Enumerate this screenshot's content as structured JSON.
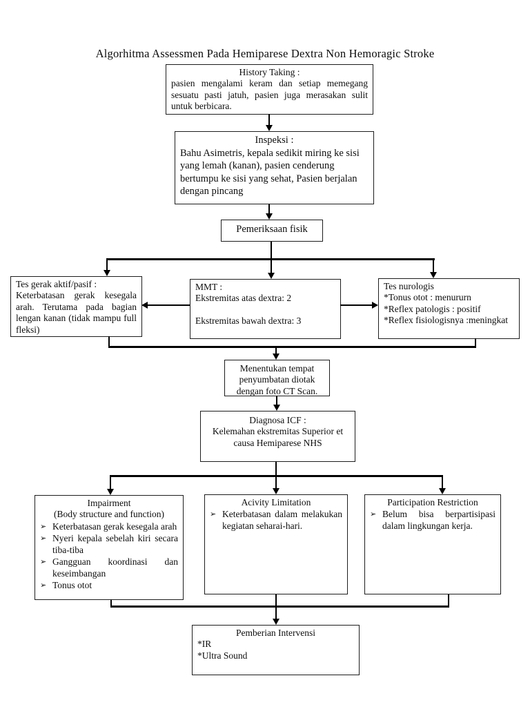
{
  "title": "Algorhitma Assessmen Pada Hemiparese Dextra Non Hemoragic Stroke",
  "bullet_glyph": "➢",
  "boxes": {
    "history": {
      "heading": "History Taking :",
      "body": "pasien mengalami keram dan setiap memegang sesuatu pasti jatuh, pasien juga merasakan sulit untuk berbicara."
    },
    "inspeksi": {
      "heading": "Inspeksi :",
      "body": "Bahu Asimetris, kepala sedikit miring ke sisi yang lemah (kanan), pasien cenderung bertumpu ke sisi yang sehat, Pasien berjalan dengan pincang"
    },
    "pemeriksaan": {
      "label": "Pemeriksaan fisik"
    },
    "tes_gerak": {
      "heading": "Tes gerak aktif/pasif :",
      "body": "Keterbatasan gerak kesegala arah. Terutama pada bagian lengan kanan (tidak mampu full fleksi)"
    },
    "mmt": {
      "heading": "MMT :",
      "line1": "Ekstremitas atas dextra: 2",
      "line2": "Ekstremitas bawah dextra: 3"
    },
    "tes_nurologis": {
      "heading": "Tes nurologis",
      "line1": "*Tonus otot : menururn",
      "line2": "*Reflex patologis : positif",
      "line3": "*Reflex fisiologisnya :meningkat"
    },
    "ct_scan": {
      "body": "Menentukan tempat penyumbatan diotak dengan foto CT Scan."
    },
    "diagnosa": {
      "heading": "Diagnosa ICF :",
      "body": "Kelemahan ekstremitas Superior et causa Hemiparese NHS"
    },
    "impairment": {
      "heading": "Impairment",
      "subheading": "(Body structure and function)",
      "items": [
        "Keterbatasan gerak kesegala arah",
        "Nyeri kepala sebelah kiri secara tiba-tiba",
        "Gangguan koordinasi dan keseimbangan",
        "Tonus otot"
      ]
    },
    "activity": {
      "heading": "Acivity Limitation",
      "items": [
        "Keterbatasan dalam melakukan kegiatan seharai-hari."
      ]
    },
    "participation": {
      "heading": "Participation Restriction",
      "items": [
        "Belum bisa berpartisipasi dalam lingkungan kerja."
      ]
    },
    "intervensi": {
      "heading": "Pemberian Intervensi",
      "line1": "*IR",
      "line2": "*Ultra Sound"
    }
  }
}
